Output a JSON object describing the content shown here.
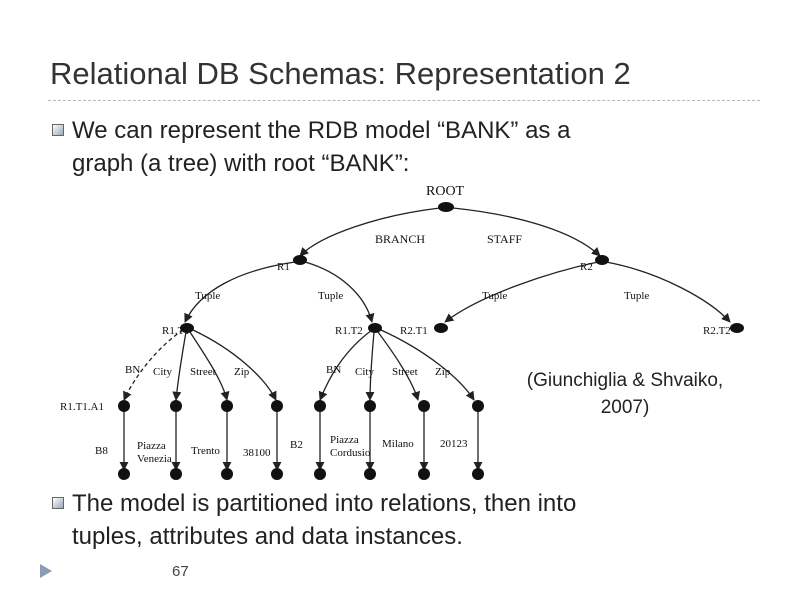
{
  "slide": {
    "title": "Relational DB Schemas: Representation 2",
    "bullets": [
      {
        "line1": "We can represent the RDB model “BANK” as a",
        "line2": "graph (a tree) with root “BANK”:"
      },
      {
        "line1": "The model is partitioned into relations, then into",
        "line2": "tuples, attributes and data instances."
      }
    ],
    "citation_line1": "(Giunchiglia & Shvaiko,",
    "citation_line2": "2007)",
    "page_number": "67"
  },
  "tree": {
    "root": "ROOT",
    "edge_labels": {
      "branch": "BRANCH",
      "staff": "STAFF",
      "tuple": "Tuple",
      "bn": "BN",
      "city": "City",
      "street": "Street",
      "zip": "Zip"
    },
    "nodes": {
      "r1": "R1",
      "r2": "R2",
      "r1t1": "R1.T1",
      "r1t2": "R1.T2",
      "r2t1": "R2.T1",
      "r2t2": "R2.T2",
      "r1t1a1": "R1.T1.A1"
    },
    "values": {
      "b8": "B8",
      "piazza_venezia": "Piazza Venezia",
      "trento": "Trento",
      "z38100": "38100",
      "b2": "B2",
      "piazza_cordusio": "Piazza Cordusio",
      "milano": "Milano",
      "z20123": "20123"
    }
  },
  "colors": {
    "node": "#111111",
    "edge": "#222222",
    "rule": "#b8b8b8",
    "nav": "#8a9bb5"
  }
}
